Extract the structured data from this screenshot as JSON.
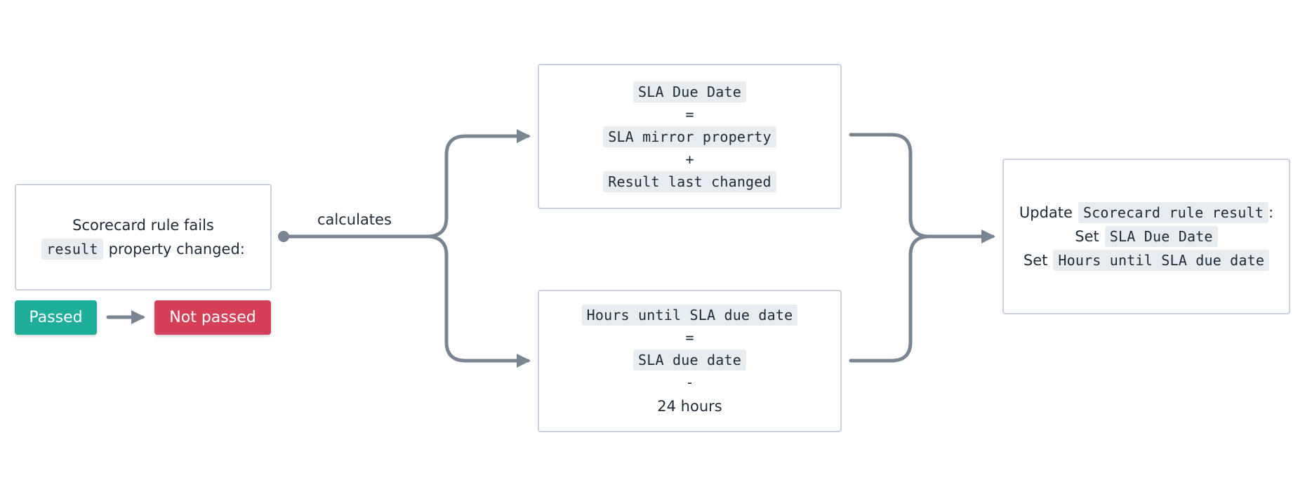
{
  "trigger": {
    "line1": "Scorecard rule fails",
    "line2_code": "result",
    "line2_text": "property changed:"
  },
  "states": {
    "from": "Passed",
    "to": "Not passed"
  },
  "edge_label": "calculates",
  "due_date_box": {
    "target": "SLA Due Date",
    "equals": "=",
    "operand1": "SLA mirror property",
    "operator": "+",
    "operand2": "Result last changed"
  },
  "hours_box": {
    "target": "Hours until SLA due date",
    "equals": "=",
    "operand1": "SLA due date",
    "operator": "-",
    "operand2": "24 hours"
  },
  "update_box": {
    "line1_text": "Update",
    "line1_code": "Scorecard rule result",
    "line1_suffix": ":",
    "line2_text": "Set",
    "line2_code": "SLA Due Date",
    "line3_text": "Set",
    "line3_code": "Hours until SLA due date"
  },
  "colors": {
    "connector": "#7a8593",
    "box_border": "#c9d2dc",
    "code_bg": "#e7ecf0",
    "passed": "#1fae9a",
    "not_passed": "#d63f58"
  }
}
